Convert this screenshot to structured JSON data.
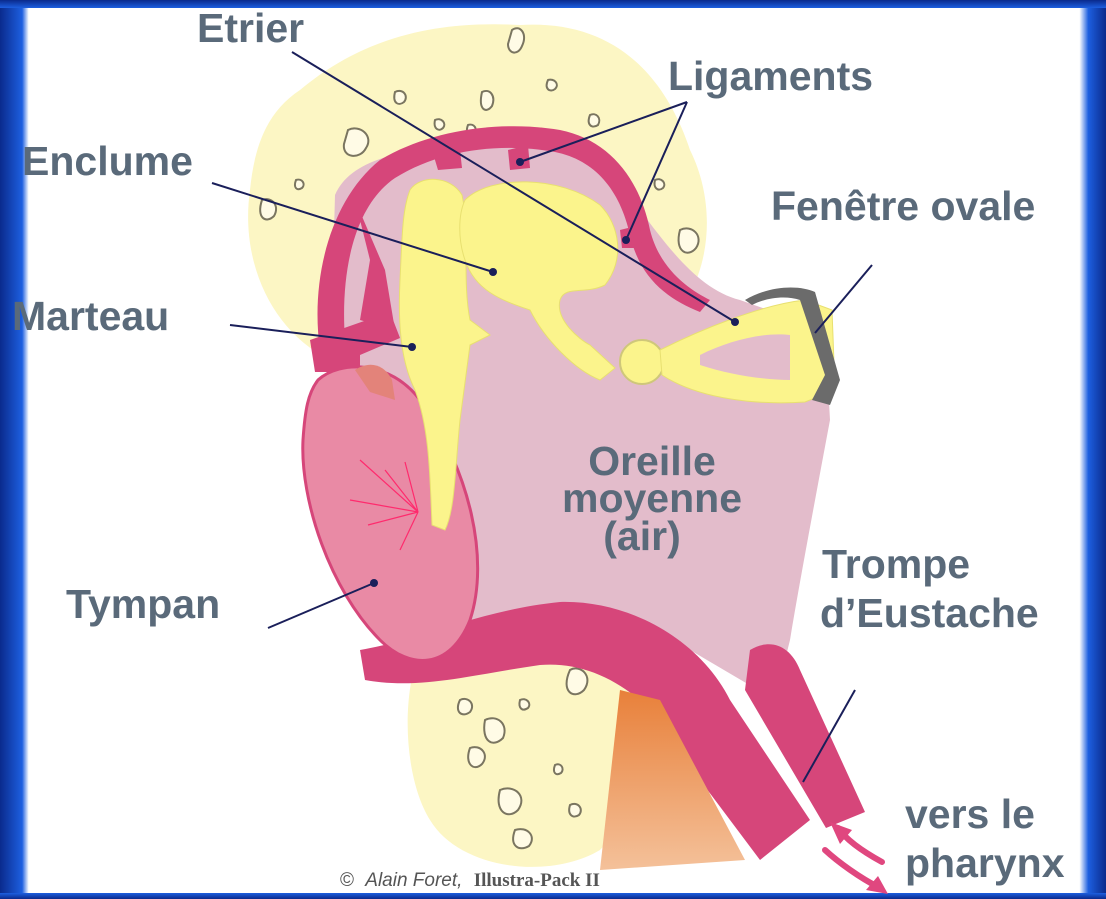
{
  "labels": {
    "etrier": "Etrier",
    "ligaments": "Ligaments",
    "enclume": "Enclume",
    "fenetre_ovale": "Fenêtre ovale",
    "marteau": "Marteau",
    "oreille_line1": "Oreille",
    "oreille_line2": "moyenne",
    "oreille_line3": "(air)",
    "trompe_line1": "Trompe",
    "trompe_line2": "d’Eustache",
    "tympan": "Tympan",
    "vers_line1": "vers le",
    "vers_line2": "pharynx"
  },
  "credit": {
    "symbol": "©",
    "author": "Alain Foret,",
    "brand": "Illustra-Pack II"
  },
  "colors": {
    "bone": "#fcf6c4",
    "ossicle": "#fbf48c",
    "tissue_pink": "#d6467a",
    "cavity": "#e3bccb",
    "tympan": "#e98aa5",
    "label_gray": "#5a6a7a",
    "border_blue": "#1d5fe0"
  }
}
